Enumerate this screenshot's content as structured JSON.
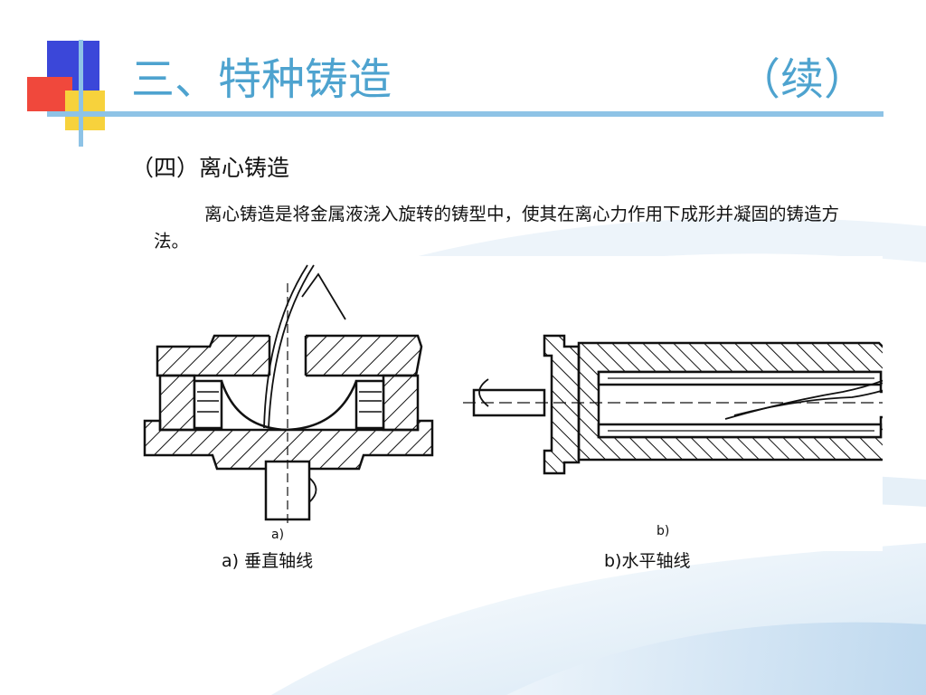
{
  "slide": {
    "title": "三、特种铸造",
    "title_suffix": "（续）",
    "section_heading": "（四）离心铸造",
    "paragraph": "离心铸造是将金属液浇入旋转的铸型中，使其在离心力作用下成形并凝固的铸造方法。",
    "figure": {
      "label_a": "a)",
      "label_b": "b)",
      "caption_a_letter": "a)",
      "caption_a_text": " 垂直轴线",
      "caption_b_letter": "b)",
      "caption_b_text": "水平轴线"
    }
  },
  "colors": {
    "title": "#4ea3cf",
    "rule": "#8ec3e6",
    "deco_blue": "#3b47d9",
    "deco_red": "#f0483c",
    "deco_yellow": "#f7d23c"
  }
}
